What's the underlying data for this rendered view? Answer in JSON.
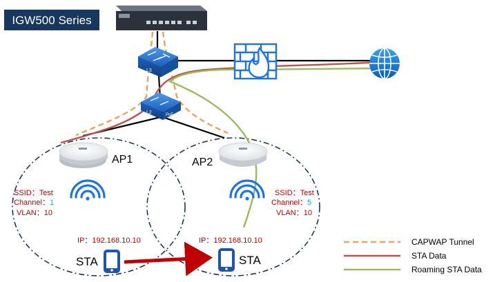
{
  "title": "IGW500 Series",
  "ap1": {
    "name": "AP1",
    "ssid_label": "SSID：",
    "ssid_value": "Test",
    "channel_label": "Channel：",
    "channel_value": "1",
    "vlan_label": "VLAN：",
    "vlan_value": "10"
  },
  "ap2": {
    "name": "AP2",
    "ssid_label": "SSID：",
    "ssid_value": "Test",
    "channel_label": "Channel：",
    "channel_value": "5",
    "vlan_label": "VLAN：",
    "vlan_value": "10"
  },
  "sta1": {
    "label": "STA",
    "ip": "IP：192.168.10.10"
  },
  "sta2": {
    "label": "STA",
    "ip": "IP：192.168.10.10"
  },
  "switch_l3_label": "L3",
  "switch_l2_label": "L2",
  "switch_l2_poe": "PoE",
  "legend": [
    {
      "label": "CAPWAP Tunnel",
      "color": "#f0a060",
      "style": "dashed"
    },
    {
      "label": "STA Data",
      "color": "#c0504d",
      "style": "solid"
    },
    {
      "label": "Roaming STA Data",
      "color": "#9bbb59",
      "style": "solid"
    }
  ],
  "colors": {
    "title_bg": "#17375e",
    "device_blue": "#1a73e8",
    "red_text": "#c00000",
    "cyan_text": "#00b0f0",
    "roam_arrow": "#c00000",
    "circle": "#17375e"
  }
}
